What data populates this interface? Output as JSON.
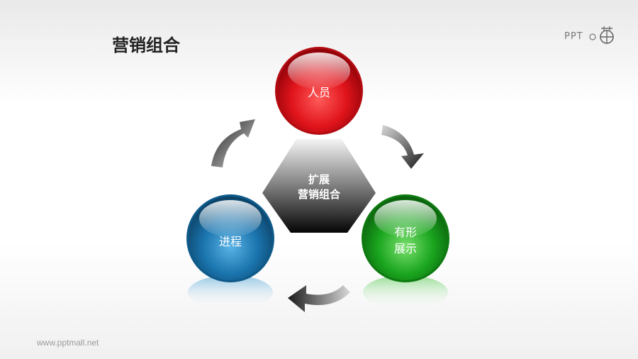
{
  "title": "营销组合",
  "footer": "www.pptmall.net",
  "logo": {
    "text": "PPT"
  },
  "center": {
    "line1": "扩展",
    "line2": "营销组合"
  },
  "nodes": {
    "top": {
      "label": "人员",
      "color": "#e0141b"
    },
    "left": {
      "label": "进程",
      "color": "#1a74ad"
    },
    "right": {
      "line1": "有形",
      "line2": "展示",
      "color": "#1aa51e"
    }
  }
}
